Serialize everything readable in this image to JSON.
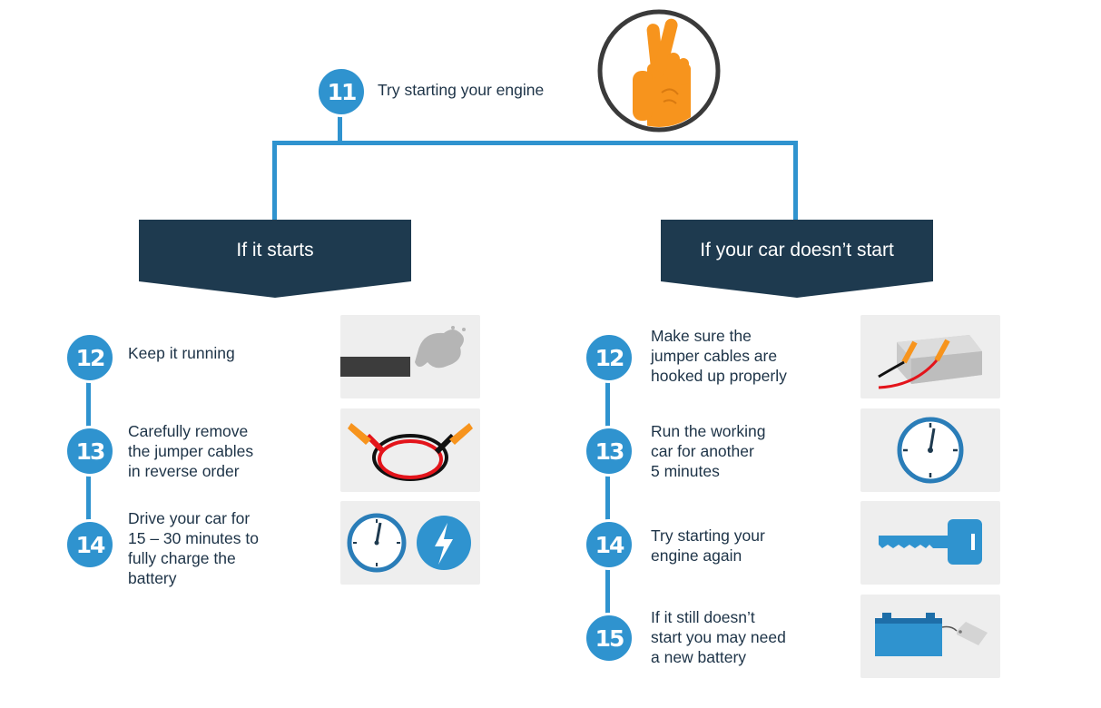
{
  "intro": {
    "number": "11",
    "text": "Try starting your engine",
    "icon": "fingers-crossed-icon"
  },
  "branches": {
    "left": {
      "title": "If it starts",
      "steps": [
        {
          "number": "12",
          "text": "Keep it running",
          "icon": "exhaust-pipe-icon"
        },
        {
          "number": "13",
          "text": "Carefully remove\nthe jumper cables\nin reverse order",
          "icon": "jumper-cables-icon"
        },
        {
          "number": "14",
          "text": "Drive your car for\n15 – 30 minutes to\nfully charge the\nbattery",
          "icon": "clock-and-lightning-icon"
        }
      ]
    },
    "right": {
      "title": "If your car doesn’t start",
      "steps": [
        {
          "number": "12",
          "text": "Make sure the\njumper cables are\nhooked up properly",
          "icon": "battery-with-clamps-icon"
        },
        {
          "number": "13",
          "text": "Run the working\ncar for another\n5 minutes",
          "icon": "clock-icon"
        },
        {
          "number": "14",
          "text": "Try starting your\nengine again",
          "icon": "car-key-icon"
        },
        {
          "number": "15",
          "text": "If it still doesn’t\nstart you may need\na new battery",
          "icon": "battery-price-tag-icon"
        }
      ]
    }
  },
  "colors": {
    "navy": "#1e3a4f",
    "blue": "#2f93cf",
    "card": "#eeeeee",
    "orange": "#f7941d",
    "red": "#e3141b"
  }
}
